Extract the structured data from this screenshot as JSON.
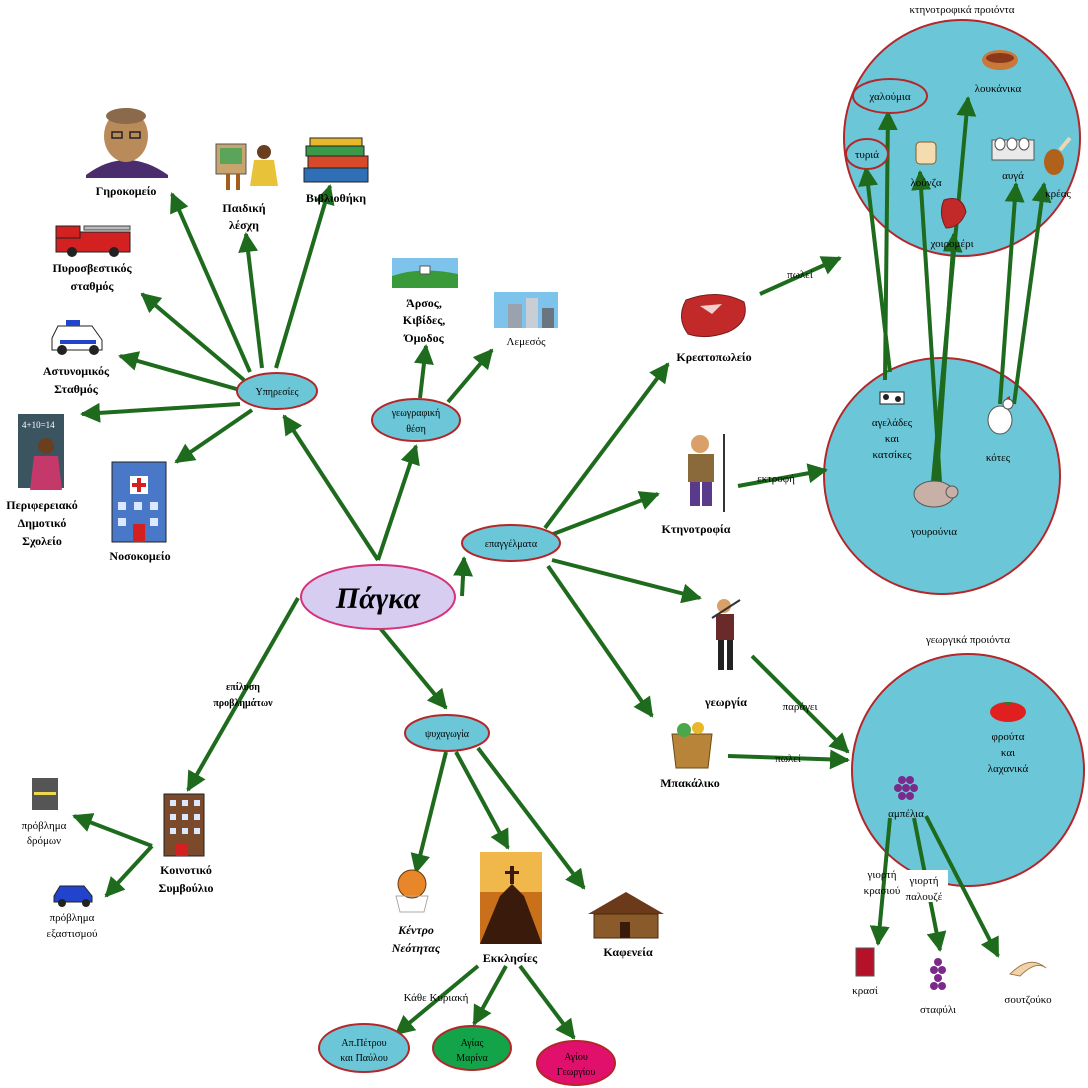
{
  "center": {
    "label": "Πάγκα"
  },
  "colors": {
    "arrow": "#1e6b1e",
    "circle_fill": "#6bc7d8",
    "circle_stroke": "#b3262a",
    "center_fill": "#d6cdf0"
  },
  "nodes": {
    "services": "Υπηρεσίες",
    "geo": [
      "γεωγραφική",
      "θέση"
    ],
    "professions": "επαγγέλματα",
    "entertainment": "ψυχαγωγία",
    "problem_solving": [
      "επίλυση",
      "προβλημάτων"
    ]
  },
  "services": {
    "elderly_home": "Γηροκομείο",
    "kids_club": [
      "Παιδική",
      "λέσχη"
    ],
    "library": "Βιβλιοθήκη",
    "fire_station": [
      "Πυροσβεστικός",
      "σταθμός"
    ],
    "police_station": [
      "Αστυνομικός",
      "Σταθμός"
    ],
    "school": [
      "Περιφερειακό",
      "Δημοτικό",
      "Σχολείο"
    ],
    "hospital": "Νοσοκομείο"
  },
  "geo": {
    "villages": [
      "Άρσος,",
      "Κιβίδες,",
      "Όμοδος"
    ],
    "city": "Λεμεσός"
  },
  "professions": {
    "butcher": "Κρεατοπωλείο",
    "livestock": "Κτηνοτροφία",
    "farming": "γεωργία",
    "grocery": "Μπακάλικο",
    "sells": "πωλεί",
    "breeding": "εκτροφή",
    "produces": "παράγει",
    "sells2": "πωλεί"
  },
  "livestock_products": {
    "title": "κτηνοτροφικά προιόντα",
    "halloumi": "χαλούμια",
    "sausages": "λουκάνικα",
    "cheese": "τυριά",
    "lountza": "λούνζα",
    "eggs": "αυγά",
    "meat": "κρέας",
    "pork": "χοιρομέρι"
  },
  "animals": {
    "cows": [
      "αγελάδες",
      "και",
      "κατσίκες"
    ],
    "hens": "κότες",
    "pigs": "γουρούνια"
  },
  "farm_products": {
    "title": "γεωργικά προιόντα",
    "fruits": [
      "φρούτα",
      "και",
      "λαχανικά"
    ],
    "vineyards": "αμπέλια",
    "wine_fest": [
      "γιορτή",
      "κρασιού"
    ],
    "palouze_fest": [
      "γιορτή",
      "παλουζέ"
    ],
    "wine": "κρασί",
    "grapes": "σταφύλι",
    "soutzoukos": "σουτζούκο"
  },
  "entertainment": {
    "youth_center": [
      "Κέντρο",
      "Νεότητας"
    ],
    "churches": "Εκκλησίες",
    "cafes": "Καφενεία",
    "every_sunday": "Κάθε Κυριακή",
    "church1": [
      "Απ.Πέτρου",
      "και Παύλου"
    ],
    "church2": [
      "Αγίας",
      "Μαρίνα"
    ],
    "church3": [
      "Αγίου",
      "Γεωργίου"
    ]
  },
  "council": {
    "name": [
      "Κοινοτικό",
      "Συμβούλιο"
    ],
    "roads": [
      "πρόβλημα",
      "δρόμων"
    ],
    "parking": [
      "πρόβλημα",
      "εξαστισμού"
    ]
  }
}
